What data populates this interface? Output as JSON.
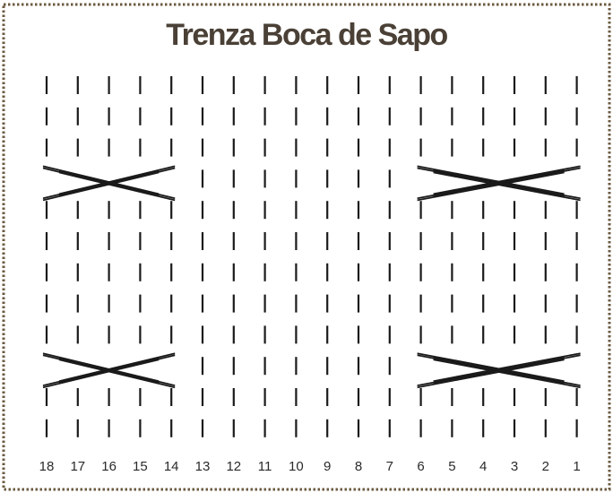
{
  "title": "Trenza Boca de Sapo",
  "column_numbers": [
    "18",
    "17",
    "16",
    "15",
    "14",
    "13",
    "12",
    "11",
    "10",
    "9",
    "8",
    "7",
    "6",
    "5",
    "4",
    "3",
    "2",
    "1"
  ],
  "chart_data": {
    "type": "diagram",
    "title": "Trenza Boca de Sapo",
    "columns": 18,
    "rows": 12,
    "stitch_symbol": "vertical-bar",
    "cable_crossings": [
      {
        "row": 4,
        "from_column": 18,
        "to_column": 14
      },
      {
        "row": 4,
        "from_column": 6,
        "to_column": 1
      },
      {
        "row": 10,
        "from_column": 18,
        "to_column": 14
      },
      {
        "row": 10,
        "from_column": 6,
        "to_column": 1
      }
    ]
  },
  "colors": {
    "title": "#4a4036",
    "ink": "#1a1a1a",
    "border": "#6b5a40"
  }
}
